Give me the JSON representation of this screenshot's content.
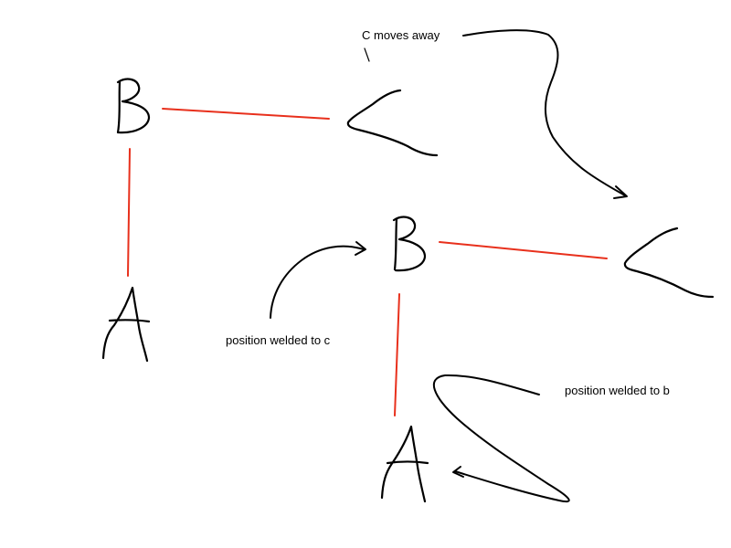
{
  "annotations": {
    "c_moves_away": "C moves away",
    "position_welded_to_c": "position welded to c",
    "position_welded_to_b": "position welded to b"
  },
  "colors": {
    "ink": "#000000",
    "link": "#e8301c",
    "background": "#ffffff"
  }
}
